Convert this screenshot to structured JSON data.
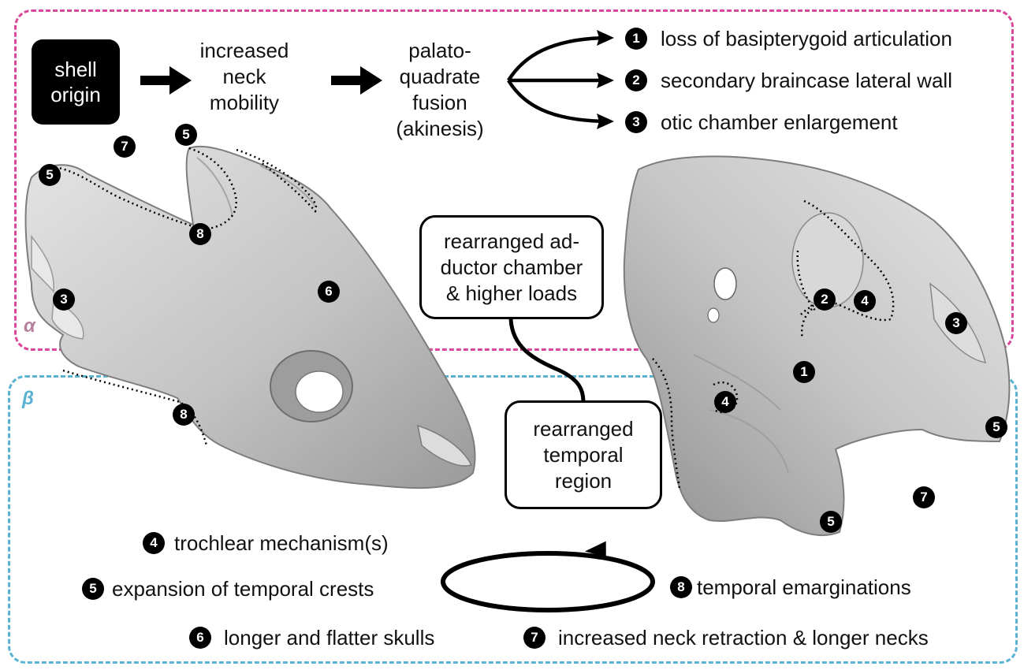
{
  "panels": {
    "alpha": {
      "label": "α",
      "color": "#d9479a"
    },
    "beta": {
      "label": "β",
      "color": "#5bb3d1"
    }
  },
  "flow": {
    "shell_origin": "shell\norigin",
    "neck_mobility": "increased\nneck\nmobility",
    "fusion": "palato-\nquadrate\nfusion\n(akinesis)"
  },
  "outcomes": [
    {
      "num": "1",
      "label": "loss of basipterygoid articulation"
    },
    {
      "num": "2",
      "label": "secondary braincase lateral wall"
    },
    {
      "num": "3",
      "label": "otic chamber enlargement"
    }
  ],
  "center_boxes": {
    "adductor": "rearranged ad-\nductor chamber\n& higher loads",
    "temporal": "rearranged\ntemporal\nregion"
  },
  "cycle_items": [
    {
      "num": "4",
      "label": "trochlear mechanism(s)"
    },
    {
      "num": "5",
      "label": "expansion of temporal crests"
    },
    {
      "num": "8",
      "label": "temporal emarginations"
    },
    {
      "num": "6",
      "label": "longer and flatter skulls"
    },
    {
      "num": "7",
      "label": "increased neck retraction & longer necks"
    }
  ],
  "skull_left_markers": [
    "7",
    "5",
    "5",
    "8",
    "3",
    "6",
    "8"
  ],
  "skull_right_markers": [
    "2",
    "4",
    "3",
    "1",
    "4",
    "5",
    "7",
    "5"
  ],
  "colors": {
    "skull_fill": "#c9c9c9",
    "skull_shade": "#8a8a8a",
    "marker": "#000000"
  }
}
